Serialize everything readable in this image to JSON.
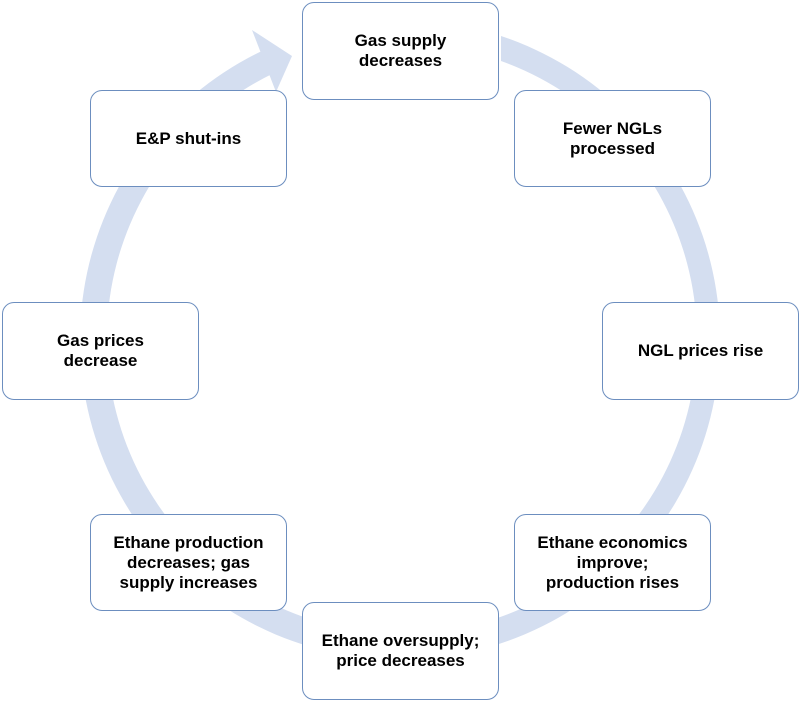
{
  "diagram": {
    "colors": {
      "arrow": "#d4def0",
      "node_border": "#6c8ebf",
      "node_fill": "#ffffff",
      "text": "#000000"
    },
    "nodes": [
      {
        "label": "Gas supply\ndecreases"
      },
      {
        "label": "Fewer NGLs\nprocessed"
      },
      {
        "label": "NGL prices rise"
      },
      {
        "label": "Ethane economics\nimprove;\nproduction rises"
      },
      {
        "label": "Ethane oversupply;\nprice decreases"
      },
      {
        "label": "Ethane production\ndecreases; gas\nsupply increases"
      },
      {
        "label": "Gas prices\ndecrease"
      },
      {
        "label": "E&P shut-ins"
      }
    ]
  }
}
